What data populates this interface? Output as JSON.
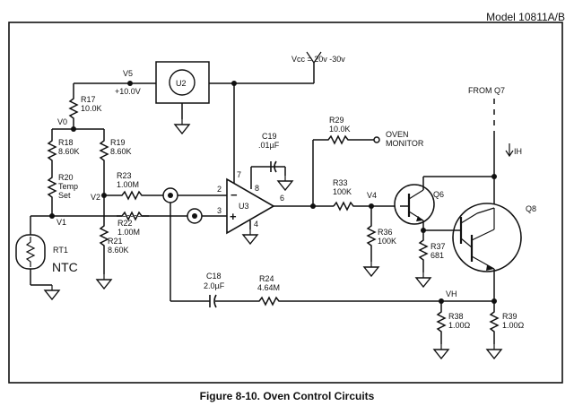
{
  "header": {
    "model": "Model 10811A/B"
  },
  "caption": "Figure 8-10. Oven Control Circuits",
  "supply": {
    "vcc": "Vcc = 20v -30v",
    "v5": "V5",
    "v5_value": "+10.0V",
    "u2": "U2"
  },
  "nodes": {
    "v0": "V0",
    "v1": "V1",
    "v2": "V2",
    "v4": "V4",
    "vh": "VH"
  },
  "resistors": {
    "r17": [
      "R17",
      "10.0K"
    ],
    "r18": [
      "R18",
      "8.60K"
    ],
    "r19": [
      "R19",
      "8.60K"
    ],
    "r20": [
      "R20",
      "Temp",
      "Set"
    ],
    "r21": [
      "R21",
      "8.60K"
    ],
    "r22": [
      "R22",
      "1.00M"
    ],
    "r23": [
      "R23",
      "1.00M"
    ],
    "r24": [
      "R24",
      "4.64M"
    ],
    "r29": [
      "R29",
      "10.0K"
    ],
    "r33": [
      "R33",
      "100K"
    ],
    "r36": [
      "R36",
      "100K"
    ],
    "r37": [
      "R37",
      "681"
    ],
    "r38": [
      "R38",
      "1.00Ω"
    ],
    "r39": [
      "R39",
      "1.00Ω"
    ]
  },
  "capacitors": {
    "c18": [
      "C18",
      "2.0µF"
    ],
    "c19": [
      "C19",
      ".01µF"
    ]
  },
  "opamp": {
    "name": "U3",
    "pin2": "2",
    "pin3": "3",
    "pin4": "4",
    "pin6": "6",
    "pin7": "7",
    "pin8": "8",
    "minus": "−",
    "plus": "+"
  },
  "transistors": {
    "q6": "Q6",
    "q8": "Q8",
    "from_q7": "FROM Q7",
    "ih": "IH"
  },
  "thermistor": {
    "name": "RT1",
    "note": "NTC"
  },
  "monitor": {
    "line1": "OVEN",
    "line2": "MONITOR"
  }
}
